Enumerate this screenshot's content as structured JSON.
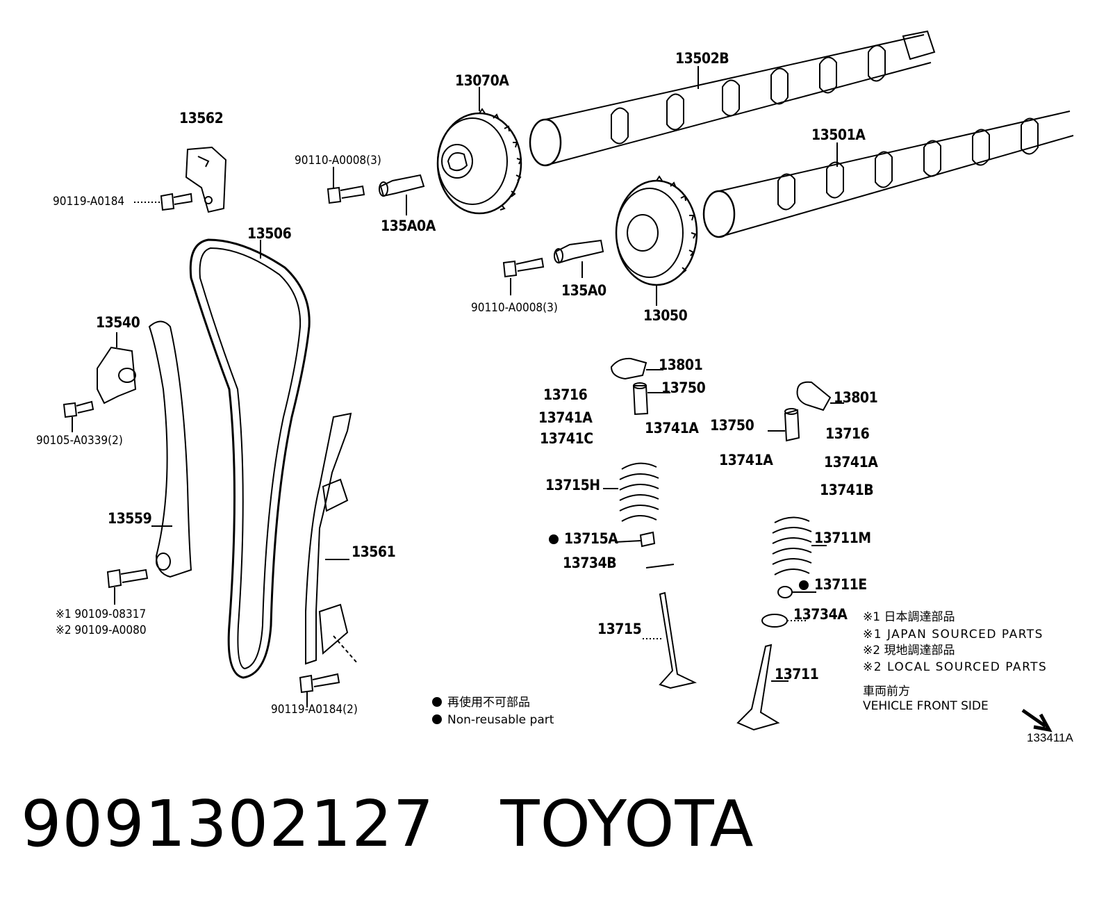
{
  "labels": {
    "p13562": "13562",
    "p90119_top": "90119-A0184",
    "p13070A": "13070A",
    "p90110_top": "90110-A0008(3)",
    "p135A0A": "135A0A",
    "p13502B": "13502B",
    "p13501A": "13501A",
    "p13506": "13506",
    "p135A0": "135A0",
    "p90110_bot": "90110-A0008(3)",
    "p13050": "13050",
    "p13540": "13540",
    "p90105": "90105-A0339(2)",
    "p13559": "13559",
    "p90109a": "※1 90109-08317",
    "p90109b": "※2 90109-A0080",
    "p13561": "13561",
    "p90119_bot": "90119-A0184(2)",
    "p13801_a": "13801",
    "p13716_a": "13716",
    "p13750_a": "13750",
    "p13741A_a": "13741A",
    "p13741A_b": "13741A",
    "p13741C": "13741C",
    "p13715H": "13715H",
    "p13715A": "13715A",
    "p13734B": "13734B",
    "p13715": "13715",
    "p13801_b": "13801",
    "p13750_b": "13750",
    "p13716_b": "13716",
    "p13741A_c": "13741A",
    "p13741A_d": "13741A",
    "p13741B": "13741B",
    "p13711M": "13711M",
    "p13711E": "13711E",
    "p13734A": "13734A",
    "p13711": "13711"
  },
  "legend": {
    "jp_nonreusable": "再使用不可部品",
    "en_nonreusable": "Non-reusable part",
    "note1_jp": "※1 日本調達部品",
    "note1_en": "※1 JAPAN SOURCED PARTS",
    "note2_jp": "※2 現地調達部品",
    "note2_en": "※2 LOCAL SOURCED PARTS",
    "front_jp": "車両前方",
    "front_en": "VEHICLE FRONT SIDE",
    "figure_id": "133411A"
  },
  "footer": {
    "part_number": "9091302127",
    "brand": "TOYOTA"
  },
  "colors": {
    "ink": "#000000",
    "highlight": "#e02020"
  }
}
